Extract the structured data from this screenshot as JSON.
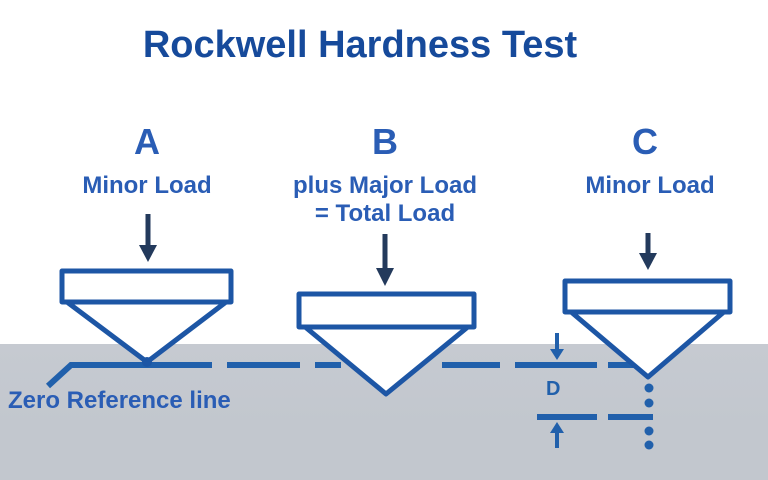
{
  "title": "Rockwell Hardness Test",
  "colors": {
    "title-blue": "#164a9b",
    "label-blue": "#2a5db5",
    "shape-blue": "#1d56a5",
    "line-blue": "#2160ab",
    "arrow-navy": "#233a5c",
    "surface-gray": "#c2c7ce"
  },
  "stages": [
    {
      "letter": "A",
      "load_line1": "Minor Load"
    },
    {
      "letter": "B",
      "load_line1": "plus Major Load",
      "load_line2": "= Total Load"
    },
    {
      "letter": "C",
      "load_line1": "Minor Load"
    }
  ],
  "annotations": {
    "zero_reference_label": "Zero Reference line",
    "depth_label": "D"
  }
}
